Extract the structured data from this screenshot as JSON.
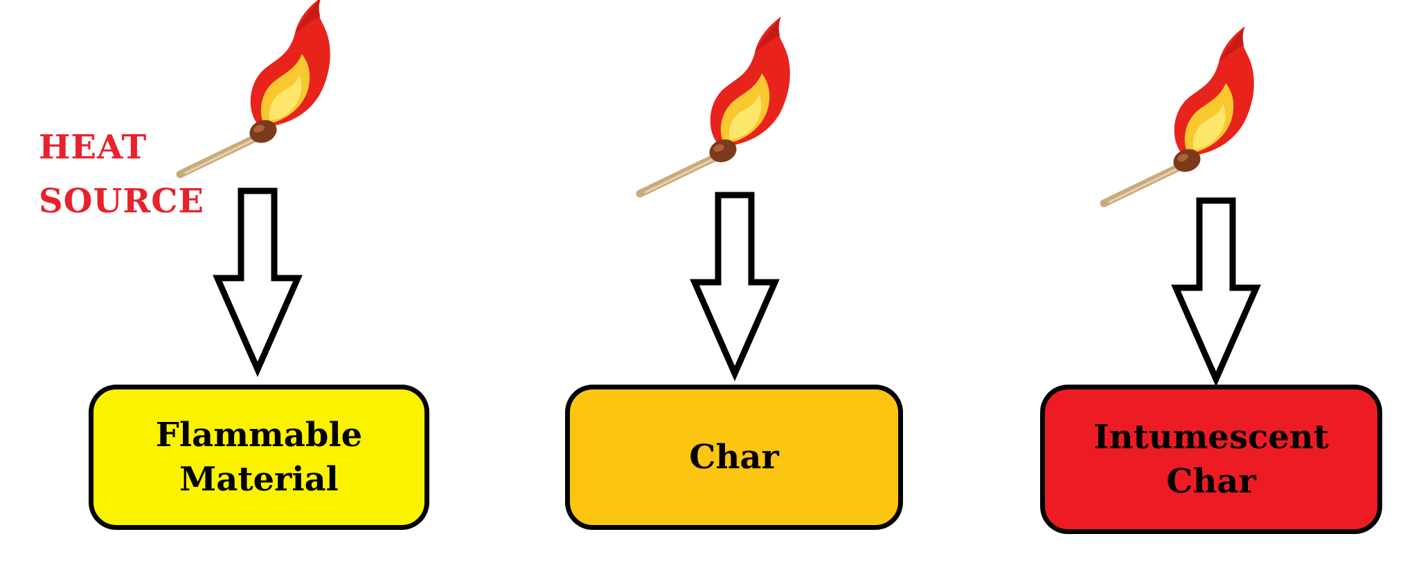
{
  "heat_source_label": "HEAT\nSOURCE",
  "icons": [
    "match-flame-icon",
    "down-arrow-icon"
  ],
  "boxes": [
    {
      "label": "Flammable\nMaterial",
      "color": "#fbf200"
    },
    {
      "label": "Char",
      "color": "#fcc512"
    },
    {
      "label": "Intumescent\nChar",
      "color": "#ed1c24"
    }
  ],
  "colors": {
    "heat_label": "#e8212d",
    "flame_outer": "#e8231c",
    "flame_inner": "#f9c830",
    "match_head": "#7c3a1c",
    "match_stick": "#c9aa7c",
    "outline": "#000000"
  }
}
